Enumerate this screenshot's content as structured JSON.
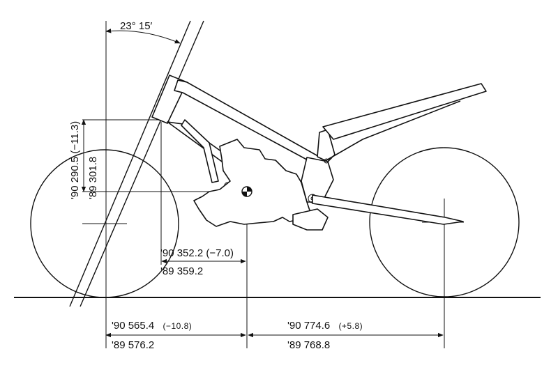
{
  "diagram": {
    "angle_label": "23°  15′",
    "height_90": "'90  290.5  (−11.3)",
    "height_89": "'89  301.8",
    "cg_offset_90": "'90   352.2  (−7.0)",
    "cg_offset_89": "'89   359.2",
    "front_base_90_value": "'90  565.4",
    "front_base_90_delta": "(−10.8)",
    "front_base_89": "'89  576.2",
    "rear_base_90_value": "'90  774.6",
    "rear_base_90_delta": "(+5.8)",
    "rear_base_89": "'89  768.8"
  }
}
